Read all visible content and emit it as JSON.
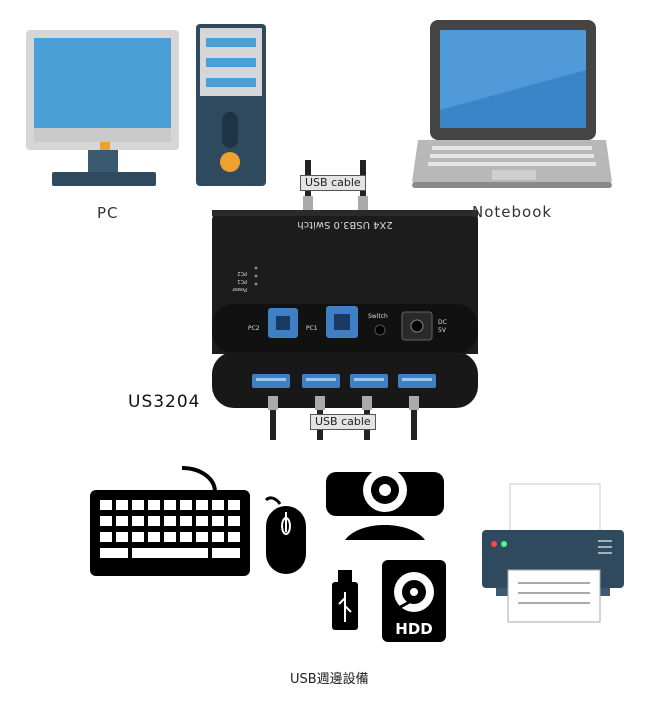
{
  "labels": {
    "pc": "PC",
    "notebook": "Notebook",
    "model": "US3204",
    "usb_cable_top": "USB cable",
    "usb_cable_bottom": "USB cable",
    "peripherals": "USB週邊設備"
  },
  "switch_device": {
    "top_text": "2X4 USB3.0 Switch",
    "port_pc2": "PC2",
    "port_pc1": "PC1",
    "switch_label": "Switch",
    "dc_label": "DC",
    "dc_volt": "5V",
    "led_labels": [
      "PC2",
      "PC1",
      "Power"
    ]
  },
  "hdd_text": "HDD",
  "colors": {
    "monitor_blue": "#4a9fd6",
    "monitor_frame": "#c9c9c9",
    "monitor_base": "#2f4a5e",
    "tower_orange": "#f0a030",
    "device_black": "#1c1c1c",
    "usb_blue": "#3f7fc4",
    "icon_black": "#000000"
  }
}
